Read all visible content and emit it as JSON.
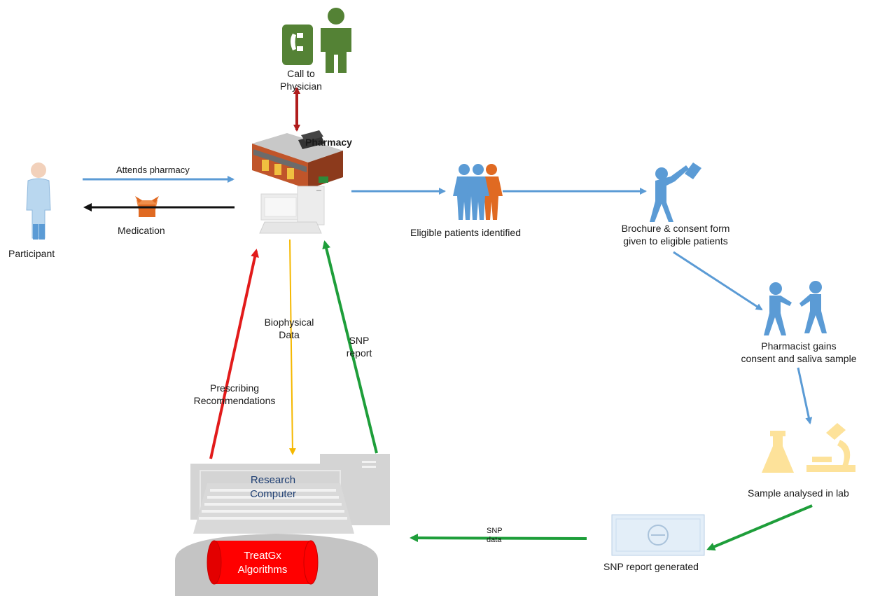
{
  "nodes": {
    "participant": "Participant",
    "pharmacy": "Pharmacy",
    "call_physician": [
      "Call to",
      "Physician"
    ],
    "eligible": "Eligible patients identified",
    "brochure": [
      "Brochure & consent form",
      "given to eligible patients"
    ],
    "pharmacist": [
      "Pharmacist gains",
      "consent and saliva sample"
    ],
    "lab": "Sample analysed in lab",
    "report": "SNP report generated",
    "research_computer": [
      "Research",
      "Computer"
    ],
    "treatgx": [
      "TreatGx",
      "Algorithms"
    ]
  },
  "edges": {
    "attends": "Attends pharmacy",
    "medication": "Medication",
    "biophysical": [
      "Biophysical",
      "Data"
    ],
    "snp_report": [
      "SNP",
      "report"
    ],
    "prescribing": [
      "Prescribing",
      "Recommendations"
    ],
    "snp_data": [
      "SNP",
      "data"
    ]
  },
  "colors": {
    "flow": "#5b9bd5",
    "green": "#1e9e3a",
    "red": "#e21b1b",
    "yellow": "#f5b800",
    "black": "#111111",
    "phone_green": "#548235",
    "orange": "#e06a22",
    "lab_yellow": "#fde29a",
    "gray_computer": "#d4d4d4",
    "treatgx_red": "#ff0000"
  },
  "icons": [
    "person-figure-icon",
    "phone-icon",
    "physician-icon",
    "pharmacy-store-icon",
    "computer-icon",
    "box-icon",
    "people-group-icon",
    "presenter-icon",
    "handshake-icon",
    "flask-icon",
    "microscope-icon",
    "banknote-icon",
    "research-computer-icon",
    "cylinder-icon"
  ]
}
